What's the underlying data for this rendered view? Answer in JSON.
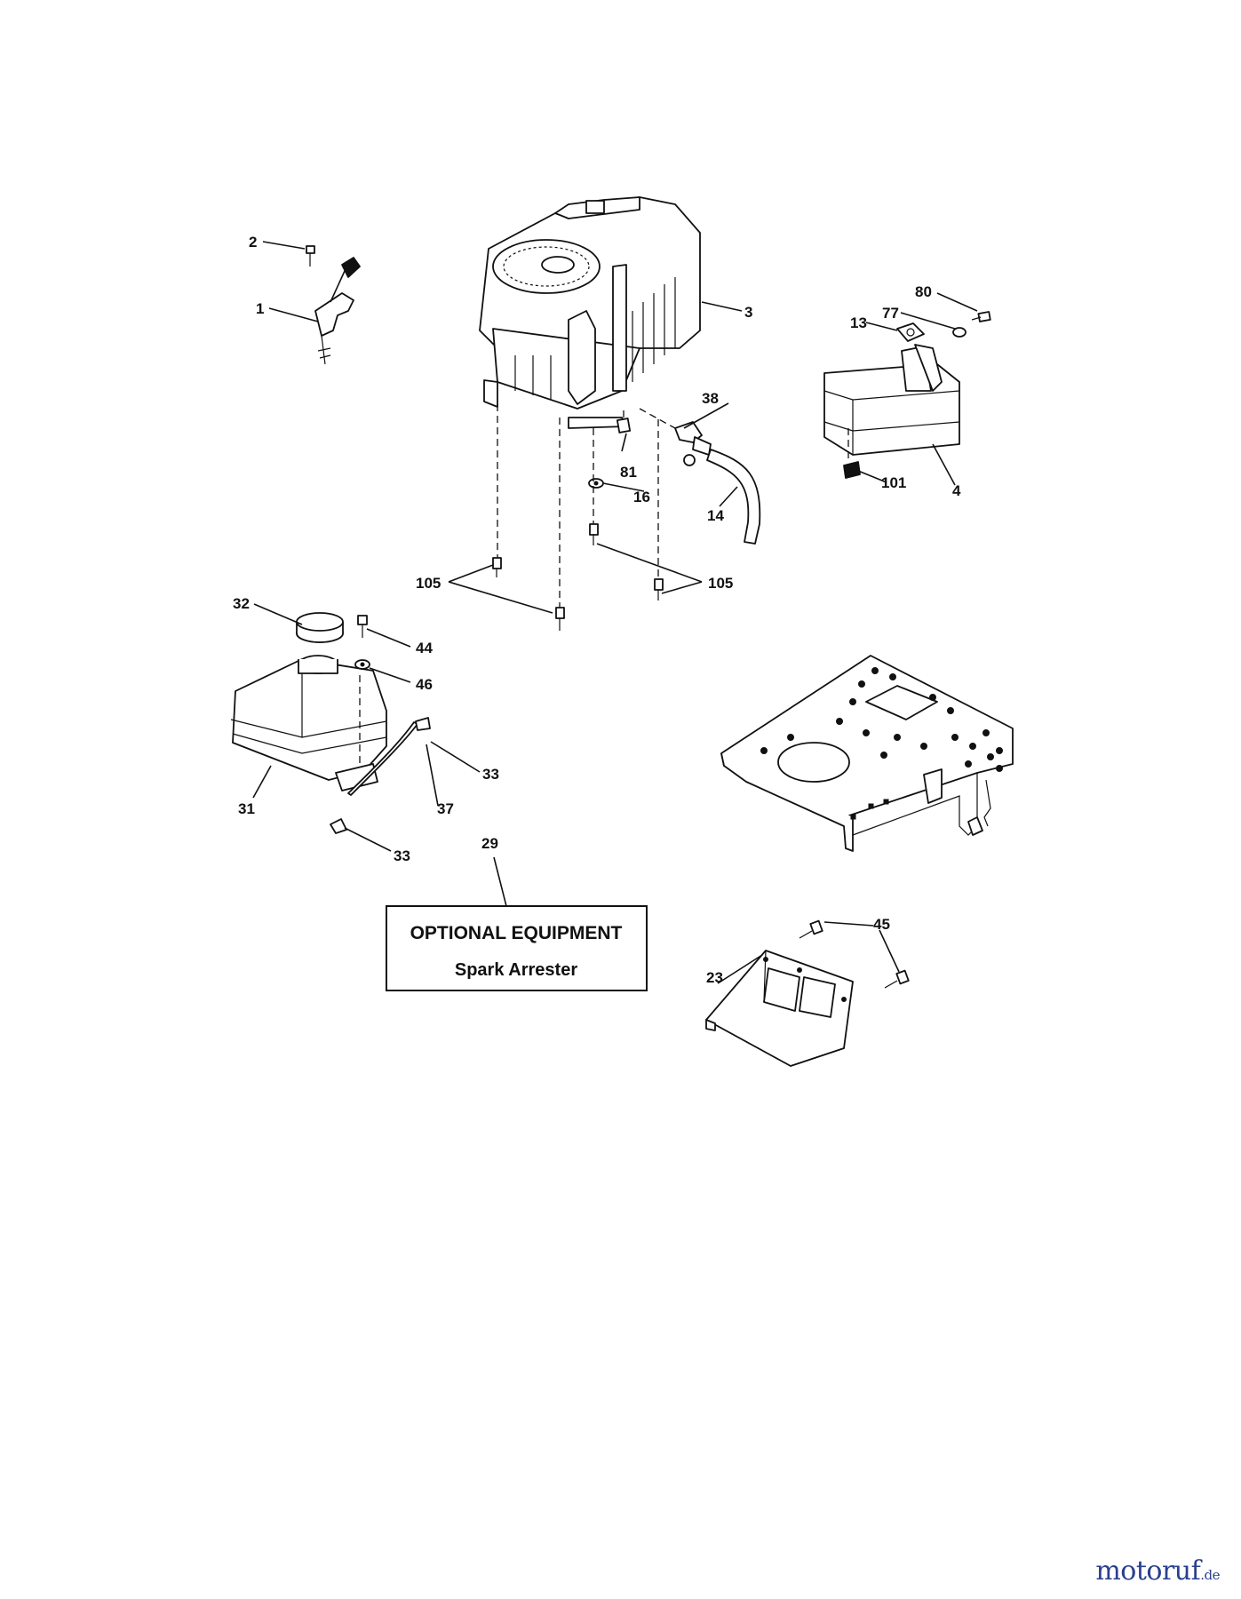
{
  "callouts": {
    "c1": "1",
    "c2": "2",
    "c3": "3",
    "c4": "4",
    "c13": "13",
    "c14": "14",
    "c16": "16",
    "c23": "23",
    "c29": "29",
    "c31": "31",
    "c32": "32",
    "c33a": "33",
    "c33b": "33",
    "c37": "37",
    "c38": "38",
    "c44": "44",
    "c45": "45",
    "c46": "46",
    "c77": "77",
    "c80": "80",
    "c81": "81",
    "c101": "101",
    "c105a": "105",
    "c105b": "105"
  },
  "optional_box": {
    "title": "OPTIONAL EQUIPMENT",
    "subtitle": "Spark Arrester"
  },
  "watermark": {
    "text": "motoruf",
    "domain": ".de"
  }
}
